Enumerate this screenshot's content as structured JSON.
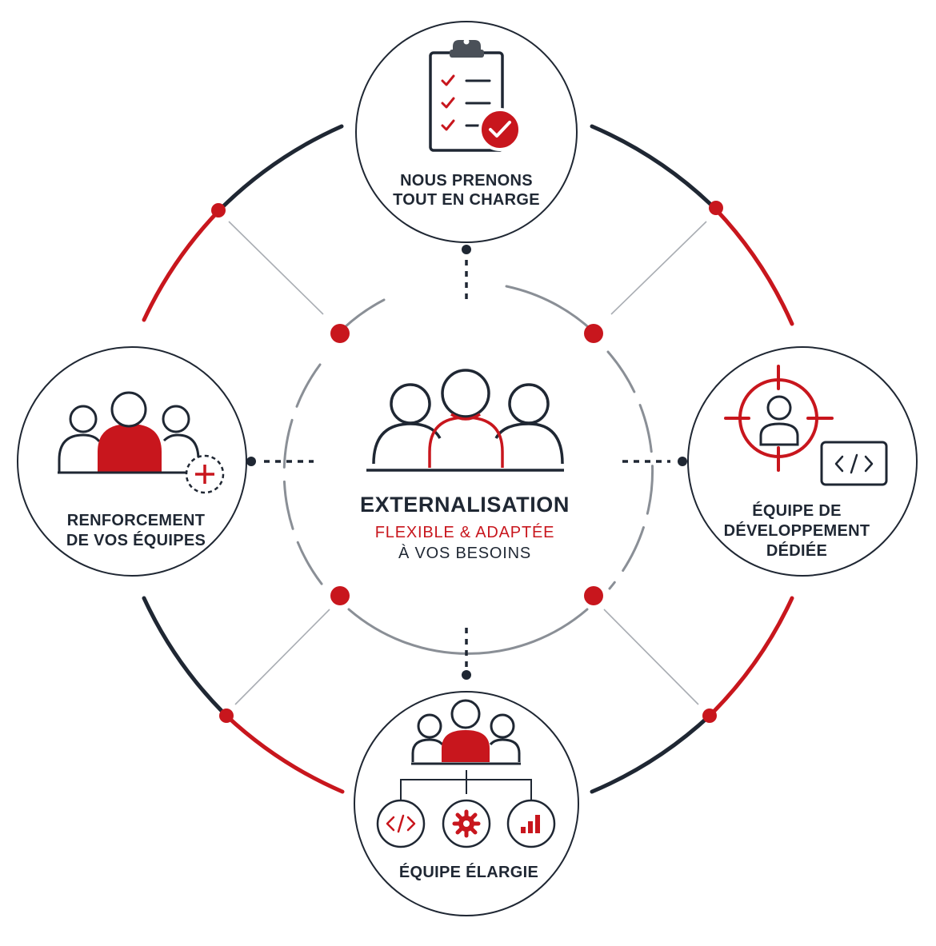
{
  "colors": {
    "accent": "#c8161d",
    "dark": "#1f2733",
    "grey": "#8a8f96"
  },
  "center": {
    "icon": "team-icon",
    "title": "EXTERNALISATION",
    "accent_line": "FLEXIBLE & ADAPTÉE",
    "sub_line": "À VOS BESOINS"
  },
  "nodes": {
    "top": {
      "icon": "clipboard-check-icon",
      "lines": [
        "NOUS PRENONS",
        "TOUT EN CHARGE"
      ]
    },
    "left": {
      "icon": "team-add-icon",
      "lines": [
        "RENFORCEMENT",
        "DE VOS ÉQUIPES"
      ]
    },
    "right": {
      "icon": "target-user-code-icon",
      "lines": [
        "ÉQUIPE DE",
        "DÉVELOPPEMENT",
        "DÉDIÉE"
      ]
    },
    "bottom": {
      "icon": "extended-team-icon",
      "lines": [
        "ÉQUIPE ÉLARGIE"
      ]
    }
  }
}
